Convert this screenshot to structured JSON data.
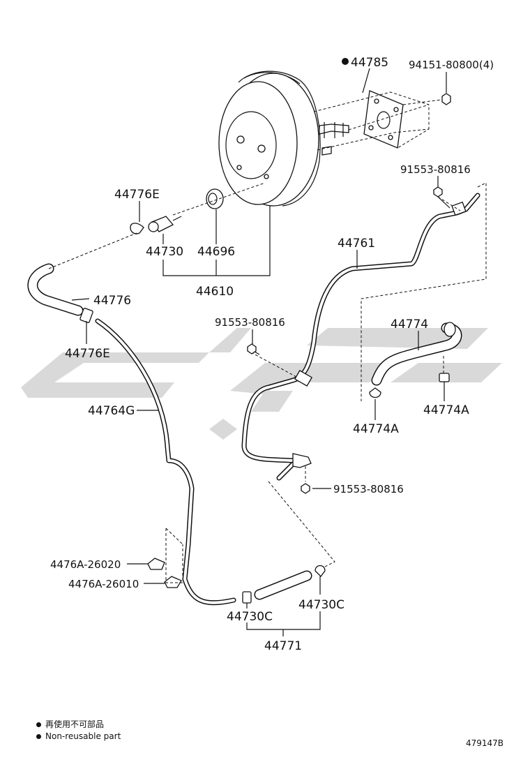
{
  "watermark": {
    "color": "#d9d9d9"
  },
  "parts": {
    "p44785": "44785",
    "p94151": "94151-80800(4)",
    "p91553_top": "91553-80816",
    "p44776E_top": "44776E",
    "p44730": "44730",
    "p44696": "44696",
    "p44610": "44610",
    "p44761": "44761",
    "p44776": "44776",
    "p44776E_bottom": "44776E",
    "p91553_mid": "91553-80816",
    "p44774": "44774",
    "p44764G": "44764G",
    "p44774A_left": "44774A",
    "p44774A_right": "44774A",
    "p91553_low": "91553-80816",
    "p4476A_26020": "4476A-26020",
    "p4476A_26010": "4476A-26010",
    "p44730C_left": "44730C",
    "p44730C_right": "44730C",
    "p44771": "44771"
  },
  "legend": {
    "line1": "再使用不可部品",
    "line2": "Non-reusable part"
  },
  "diagram_code": "479147B"
}
